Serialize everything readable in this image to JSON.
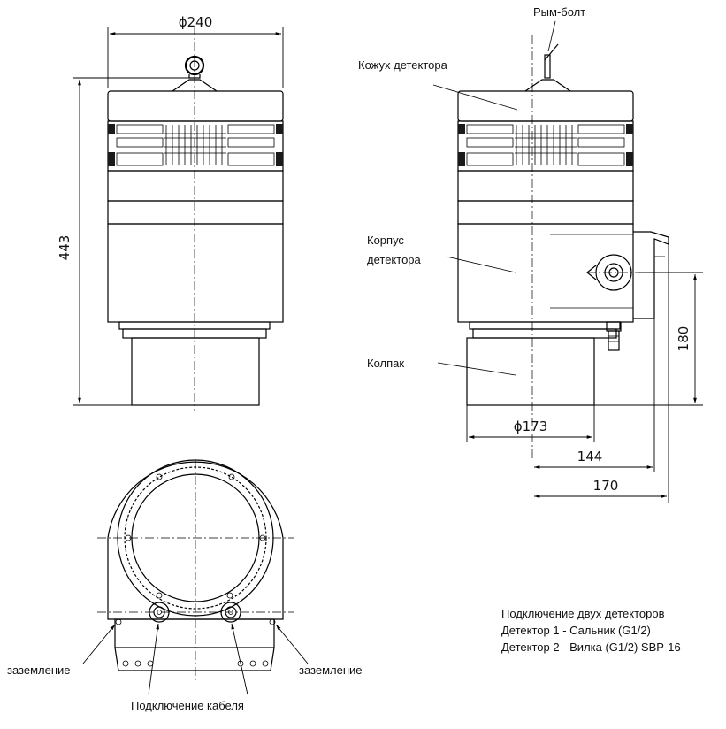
{
  "dimensions": {
    "top_diameter": "ϕ240",
    "height": "443",
    "bracket_height": "180",
    "cap_diameter": "ϕ173",
    "depth_144": "144",
    "depth_170": "170"
  },
  "labels": {
    "eye_bolt": "Рым-болт",
    "detector_housing_cover": "Кожух детектора",
    "detector_body_line1": "Корпус",
    "detector_body_line2": "детектора",
    "cap": "Колпак",
    "grounding_left": "заземление",
    "grounding_right": "заземление",
    "cable_connection": "Подключение кабеля"
  },
  "note": {
    "line1": "Подключение двух детекторов",
    "line2": "Детектор 1 - Сальник (G1/2)",
    "line3": "Детектор 2 - Вилка (G1/2) SBP-16"
  }
}
